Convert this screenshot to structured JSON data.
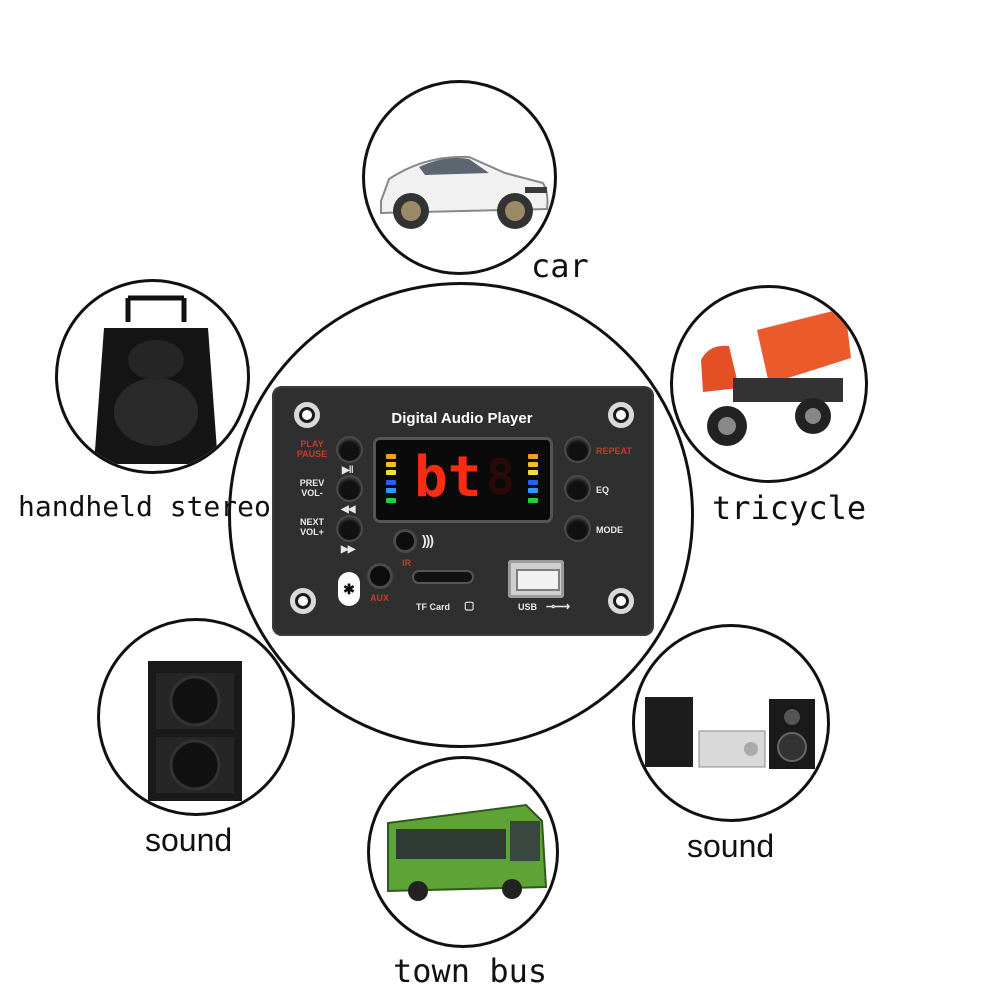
{
  "captions": {
    "car": "car",
    "handheld_stereo": "handheld stereo",
    "tricycle": "tricycle",
    "sound_left": "sound",
    "sound_right": "sound",
    "town_bus": "town bus"
  },
  "panel": {
    "title": "Digital Audio Player",
    "display_text": "bt",
    "labels": {
      "play_pause": "PLAY\nPAUSE",
      "prev_vol": "PREV\nVOL-",
      "next_vol": "NEXT\nVOL+",
      "repeat": "REPEAT",
      "eq": "EQ",
      "mode": "MODE",
      "ir": "IR",
      "aux": "AUX",
      "tf_card": "TF Card",
      "usb": "USB"
    }
  },
  "colors": {
    "panel": "#2f2f30",
    "display_red": "#ff2a12",
    "label_red": "#c93a2a"
  }
}
